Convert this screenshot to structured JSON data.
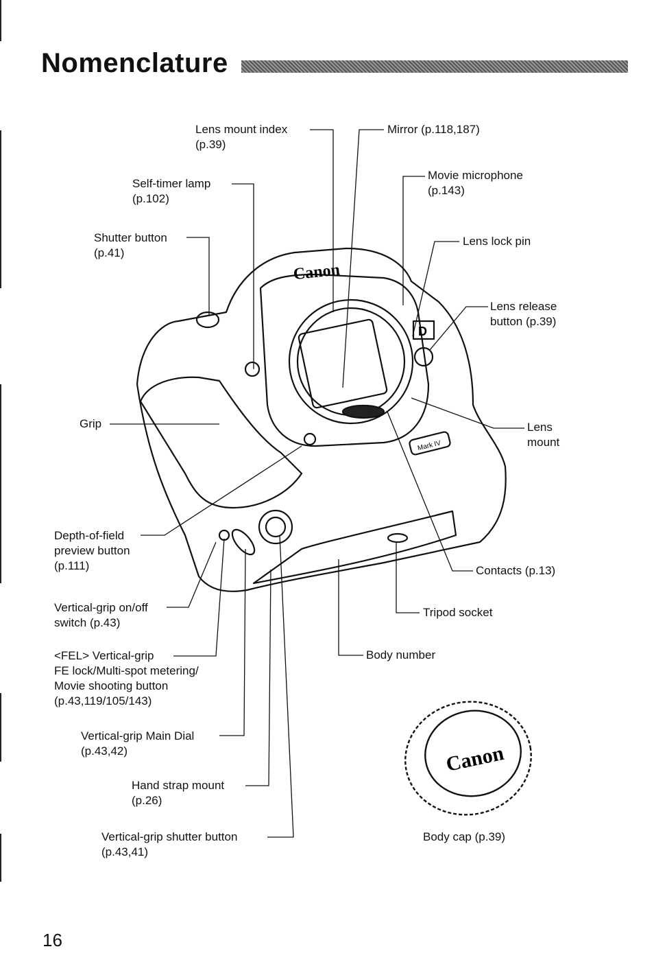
{
  "page": {
    "title": "Nomenclature",
    "page_number": "16"
  },
  "labels": {
    "lens_mount_index": [
      "Lens mount index",
      "(p.39)"
    ],
    "self_timer_lamp": [
      "Self-timer lamp",
      "(p.102)"
    ],
    "shutter_button": [
      "Shutter button",
      "(p.41)"
    ],
    "mirror": [
      "Mirror (p.118,187)"
    ],
    "movie_microphone": [
      "Movie microphone",
      "(p.143)"
    ],
    "lens_lock_pin": [
      "Lens lock pin"
    ],
    "lens_release_button": [
      "Lens release",
      "button (p.39)"
    ],
    "grip": [
      "Grip"
    ],
    "lens_mount": [
      "Lens",
      "mount"
    ],
    "depth_of_field": [
      "Depth-of-field",
      "preview button",
      "(p.111)"
    ],
    "contacts": [
      "Contacts (p.13)"
    ],
    "vertical_grip_switch": [
      "Vertical-grip on/off",
      "switch (p.43)"
    ],
    "tripod_socket": [
      "Tripod socket"
    ],
    "fel_button": [
      "<FEL> Vertical-grip",
      "FE lock/Multi-spot metering/",
      "Movie shooting button",
      "(p.43,119/105/143)"
    ],
    "body_number": [
      "Body number"
    ],
    "vertical_grip_main_dial": [
      "Vertical-grip Main Dial",
      "(p.43,42)"
    ],
    "hand_strap_mount": [
      "Hand strap mount",
      "(p.26)"
    ],
    "vertical_grip_shutter": [
      "Vertical-grip shutter button",
      "(p.43,41)"
    ],
    "body_cap": [
      "Body cap (p.39)"
    ]
  },
  "illustration": {
    "camera_logo": "Canon",
    "d_badge": "D",
    "model_badge": "Mark IV",
    "cap_logo": "Canon"
  }
}
